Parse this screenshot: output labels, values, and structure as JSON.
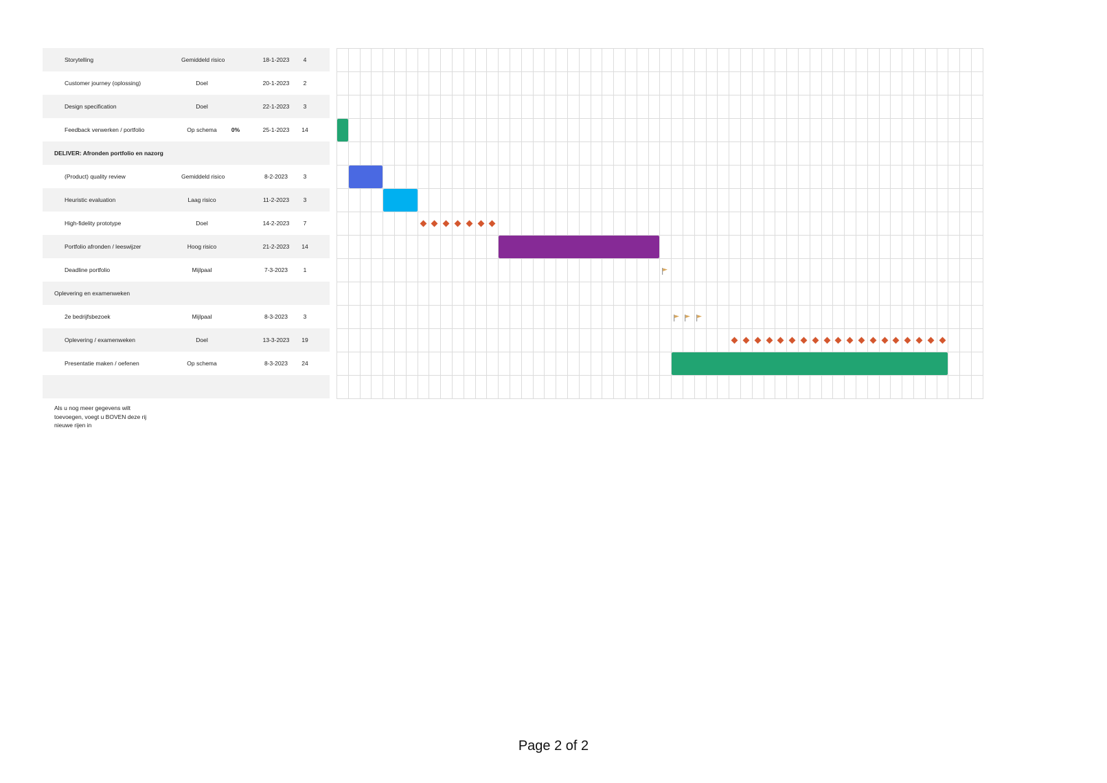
{
  "rows": [
    {
      "task": "Storytelling",
      "status": "Gemiddeld risico",
      "progress": "",
      "date": "18-1-2023",
      "days": "4"
    },
    {
      "task": "Customer journey (oplossing)",
      "status": "Doel",
      "progress": "",
      "date": "20-1-2023",
      "days": "2"
    },
    {
      "task": "Design specification",
      "status": "Doel",
      "progress": "",
      "date": "22-1-2023",
      "days": "3"
    },
    {
      "task": "Feedback verwerken / portfolio",
      "status": "Op schema",
      "progress": "0%",
      "date": "25-1-2023",
      "days": "14"
    },
    {
      "group": "DELIVER: Afronden portfolio en nazorg",
      "bold": true
    },
    {
      "task": "(Product) quality review",
      "status": "Gemiddeld risico",
      "progress": "",
      "date": "8-2-2023",
      "days": "3"
    },
    {
      "task": "Heuristic evaluation",
      "status": "Laag risico",
      "progress": "",
      "date": "11-2-2023",
      "days": "3"
    },
    {
      "task": "High-fidelity prototype",
      "status": "Doel",
      "progress": "",
      "date": "14-2-2023",
      "days": "7"
    },
    {
      "task": "Portfolio afronden / leeswijzer",
      "status": "Hoog risico",
      "progress": "",
      "date": "21-2-2023",
      "days": "14"
    },
    {
      "task": "Deadline portfolio",
      "status": "Mijlpaal",
      "progress": "",
      "date": "7-3-2023",
      "days": "1"
    },
    {
      "group": "Oplevering en examenweken",
      "bold": false
    },
    {
      "task": "2e bedrijfsbezoek",
      "status": "Mijlpaal",
      "progress": "",
      "date": "8-3-2023",
      "days": "3"
    },
    {
      "task": "Oplevering / examenweken",
      "status": "Doel",
      "progress": "",
      "date": "13-3-2023",
      "days": "19"
    },
    {
      "task": "Presentatie maken / oefenen",
      "status": "Op schema",
      "progress": "",
      "date": "8-3-2023",
      "days": "24"
    },
    {
      "empty": true
    }
  ],
  "note": "Als u nog meer gegevens wilt toevoegen, voegt u BOVEN deze rij nieuwe rijen in",
  "footer": "Page 2 of 2",
  "chart_data": {
    "type": "gantt",
    "first_day": "7-2-2023",
    "day_columns": 56,
    "colors": {
      "Op schema": "#21a472",
      "Gemiddeld risico": "#4a69e2",
      "Laag risico": "#00b0f0",
      "Hoog risico": "#862a96",
      "Doel": "#d4572e",
      "Mijlpaal": "#d9a65a"
    },
    "marks": [
      {
        "row": 3,
        "start": 0,
        "length": 1,
        "kind": "bar",
        "status": "Op schema"
      },
      {
        "row": 5,
        "start": 1,
        "length": 3,
        "kind": "bar",
        "status": "Gemiddeld risico"
      },
      {
        "row": 6,
        "start": 4,
        "length": 3,
        "kind": "bar",
        "status": "Laag risico"
      },
      {
        "row": 7,
        "start": 7,
        "length": 7,
        "kind": "diamond",
        "status": "Doel"
      },
      {
        "row": 8,
        "start": 14,
        "length": 14,
        "kind": "bar",
        "status": "Hoog risico"
      },
      {
        "row": 9,
        "start": 28,
        "length": 1,
        "kind": "flag",
        "status": "Mijlpaal"
      },
      {
        "row": 11,
        "start": 29,
        "length": 3,
        "kind": "flag",
        "status": "Mijlpaal"
      },
      {
        "row": 12,
        "start": 34,
        "length": 19,
        "kind": "diamond",
        "status": "Doel"
      },
      {
        "row": 13,
        "start": 29,
        "length": 24,
        "kind": "bar",
        "status": "Op schema"
      }
    ]
  }
}
